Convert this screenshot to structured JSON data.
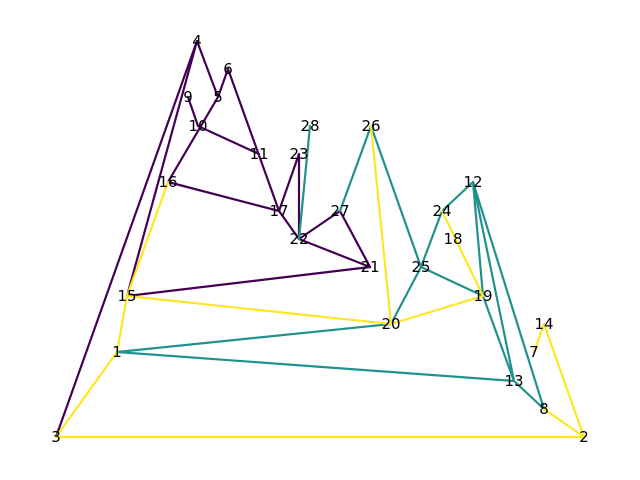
{
  "graph": {
    "colors": {
      "purple": "#440154",
      "teal": "#21918c",
      "yellow": "#fde725"
    },
    "nodes": [
      {
        "id": "1"
      },
      {
        "id": "2"
      },
      {
        "id": "3"
      },
      {
        "id": "4"
      },
      {
        "id": "5"
      },
      {
        "id": "6"
      },
      {
        "id": "7"
      },
      {
        "id": "8"
      },
      {
        "id": "9"
      },
      {
        "id": "10"
      },
      {
        "id": "11"
      },
      {
        "id": "12"
      },
      {
        "id": "13"
      },
      {
        "id": "14"
      },
      {
        "id": "15"
      },
      {
        "id": "16"
      },
      {
        "id": "17"
      },
      {
        "id": "18"
      },
      {
        "id": "19"
      },
      {
        "id": "20"
      },
      {
        "id": "21"
      },
      {
        "id": "22"
      },
      {
        "id": "23"
      },
      {
        "id": "24"
      },
      {
        "id": "25"
      },
      {
        "id": "26"
      },
      {
        "id": "27"
      },
      {
        "id": "28"
      }
    ],
    "edges": [
      {
        "from": "3",
        "to": "4",
        "color": "purple"
      },
      {
        "from": "4",
        "to": "15",
        "color": "purple"
      },
      {
        "from": "4",
        "to": "5",
        "color": "purple"
      },
      {
        "from": "6",
        "to": "5",
        "color": "purple"
      },
      {
        "from": "6",
        "to": "17",
        "color": "purple"
      },
      {
        "from": "5",
        "to": "16",
        "color": "purple"
      },
      {
        "from": "9",
        "to": "10",
        "color": "purple"
      },
      {
        "from": "10",
        "to": "11",
        "color": "purple"
      },
      {
        "from": "16",
        "to": "17",
        "color": "purple"
      },
      {
        "from": "17",
        "to": "22",
        "color": "purple"
      },
      {
        "from": "23",
        "to": "17",
        "color": "purple"
      },
      {
        "from": "23",
        "to": "22",
        "color": "purple"
      },
      {
        "from": "22",
        "to": "27",
        "color": "purple"
      },
      {
        "from": "22",
        "to": "21",
        "color": "purple"
      },
      {
        "from": "27",
        "to": "21",
        "color": "purple"
      },
      {
        "from": "15",
        "to": "21",
        "color": "purple"
      },
      {
        "from": "28",
        "to": "22",
        "color": "teal"
      },
      {
        "from": "26",
        "to": "27",
        "color": "teal"
      },
      {
        "from": "26",
        "to": "25",
        "color": "teal"
      },
      {
        "from": "25",
        "to": "20",
        "color": "teal"
      },
      {
        "from": "25",
        "to": "24",
        "color": "teal"
      },
      {
        "from": "25",
        "to": "19",
        "color": "teal"
      },
      {
        "from": "24",
        "to": "12",
        "color": "teal"
      },
      {
        "from": "12",
        "to": "13",
        "color": "teal"
      },
      {
        "from": "12",
        "to": "19",
        "color": "teal"
      },
      {
        "from": "12",
        "to": "8",
        "color": "teal"
      },
      {
        "from": "19",
        "to": "13",
        "color": "teal"
      },
      {
        "from": "13",
        "to": "8",
        "color": "teal"
      },
      {
        "from": "1",
        "to": "20",
        "color": "teal"
      },
      {
        "from": "1",
        "to": "13",
        "color": "teal"
      },
      {
        "from": "3",
        "to": "2",
        "color": "yellow"
      },
      {
        "from": "3",
        "to": "1",
        "color": "yellow"
      },
      {
        "from": "1",
        "to": "15",
        "color": "yellow"
      },
      {
        "from": "15",
        "to": "16",
        "color": "yellow"
      },
      {
        "from": "15",
        "to": "20",
        "color": "yellow"
      },
      {
        "from": "26",
        "to": "20",
        "color": "yellow"
      },
      {
        "from": "20",
        "to": "19",
        "color": "yellow"
      },
      {
        "from": "24",
        "to": "19",
        "color": "yellow"
      },
      {
        "from": "14",
        "to": "7",
        "color": "yellow"
      },
      {
        "from": "14",
        "to": "2",
        "color": "yellow"
      },
      {
        "from": "8",
        "to": "2",
        "color": "yellow"
      }
    ]
  }
}
